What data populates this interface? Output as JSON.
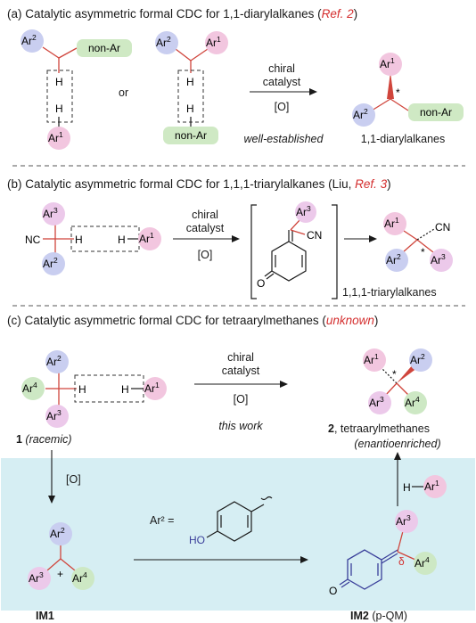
{
  "colors": {
    "ar1": "#f2c6df",
    "ar2": "#c9cef0",
    "ar3": "#ecc9ea",
    "ar4": "#cde8c4",
    "nonar": "#cfe9c4",
    "panel": "#d6eef3",
    "red": "#d42e2e",
    "blue": "#3a3f9a"
  },
  "section_a": {
    "letter": "(a) ",
    "title": "Catalytic asymmetric formal CDC for 1,1-diarylalkanes (",
    "ref": "Ref. 2",
    "close": ")",
    "or_text": "or",
    "cond1": "chiral",
    "cond2": "catalyst",
    "cond3": "[O]",
    "note": "well-established",
    "product": "1,1-diarylalkanes",
    "non_ar": "non-Ar"
  },
  "section_b": {
    "letter": "(b) ",
    "title": "Catalytic asymmetric formal CDC for 1,1,1-triarylalkanes (Liu, ",
    "ref": "Ref. 3",
    "close": ")",
    "cond1": "chiral",
    "cond2": "catalyst",
    "cond3": "[O]",
    "product": "1,1,1-triarylalkanes",
    "nc": "NC",
    "cn": "CN",
    "oxygen": "O"
  },
  "section_c": {
    "letter": "(c) ",
    "title": "Catalytic asymmetric formal CDC for tetraarylmethanes (",
    "ref": "unknown",
    "close": ")",
    "cond1": "chiral",
    "cond2": "catalyst",
    "cond3": "[O]",
    "note": "this work",
    "sm_num": "1",
    "sm_text": " (racemic)",
    "prod_num": "2",
    "prod_text": ", tetraarylmethanes",
    "prod_sub": "(enantioenriched)",
    "ox": "[O]",
    "ar2_eq": "Ar² =",
    "ho": "HO",
    "im1": "IM1",
    "im2": "IM2",
    "im2_sub": "(p-QM)",
    "oxygen": "O",
    "delta": "δ",
    "plus": "+"
  },
  "labels": {
    "ar": "Ar",
    "h": "H",
    "star": "*",
    "s1": "1",
    "s2": "2",
    "s3": "3",
    "s4": "4"
  }
}
